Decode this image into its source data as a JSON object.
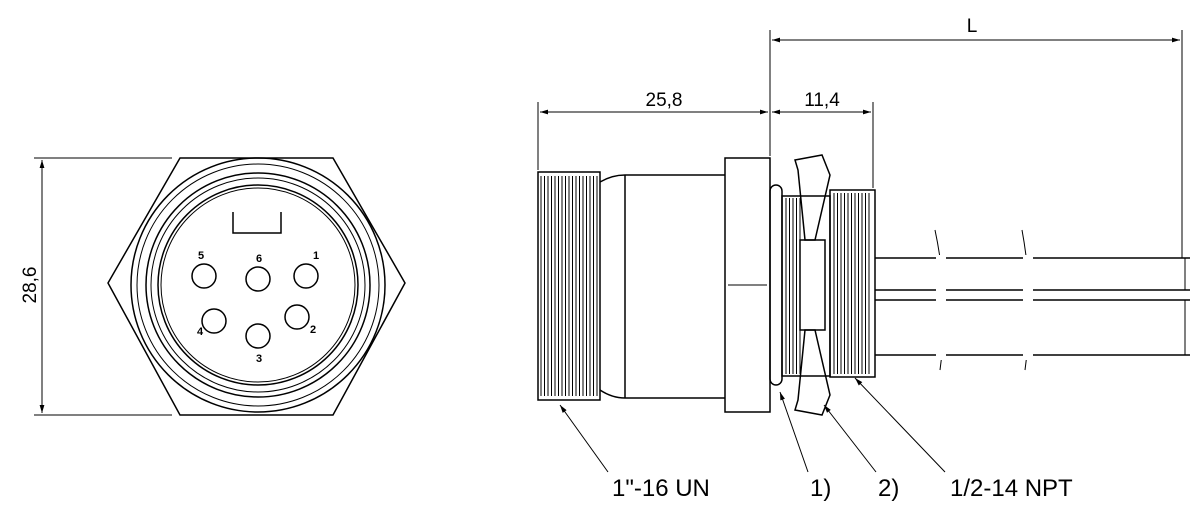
{
  "dimensions": {
    "height": "28,6",
    "body_length": "25,8",
    "nut_length": "11,4",
    "cable_length": "L"
  },
  "pins": [
    "1",
    "2",
    "3",
    "4",
    "5",
    "6"
  ],
  "callouts": {
    "thread": "1\"-16 UN",
    "item1": "1)",
    "item2": "2)",
    "npt": "1/2-14 NPT"
  }
}
